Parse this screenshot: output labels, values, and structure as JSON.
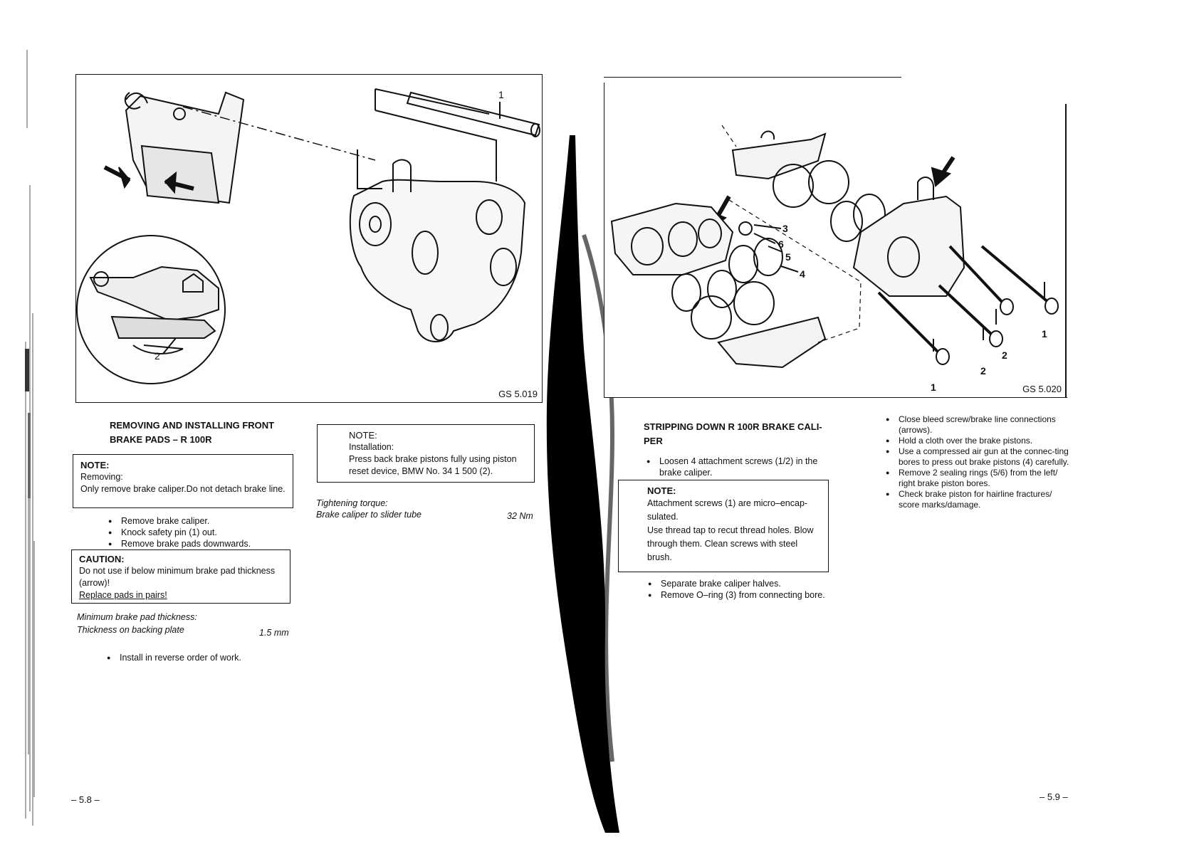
{
  "left": {
    "figure": {
      "code": "GS 5.019",
      "callout_1": "1",
      "callout_2": "2"
    },
    "heading": "REMOVING AND INSTALLING FRONT BRAKE PADS – R 100R",
    "note": {
      "title": "NOTE:",
      "lines": [
        "Removing:",
        "Only remove brake caliper.Do not detach brake line."
      ]
    },
    "steps": [
      "Remove brake caliper.",
      "Knock safety pin (1) out.",
      "Remove brake pads downwards."
    ],
    "caution": {
      "title": "CAUTION:",
      "lines": [
        "Do not use if below minimum brake pad thickness (arrow)!",
        "Replace pads in pairs!"
      ]
    },
    "spec_min": {
      "label_1": "Minimum brake pad thickness:",
      "label_2": "Thickness on backing plate",
      "value": "1.5 mm"
    },
    "final_step": "Install in reverse order of work.",
    "note2": {
      "title": "NOTE:",
      "lines": [
        "Installation:",
        "Press back brake pistons fully using piston reset device, BMW No. 34 1 500 (2)."
      ]
    },
    "torque": {
      "label_1": "Tightening torque:",
      "label_2": "Brake caliper to slider tube",
      "value": "32 Nm"
    },
    "page_number": "– 5.8 –"
  },
  "right": {
    "figure": {
      "code": "GS 5.020",
      "callouts": [
        "3",
        "6",
        "5",
        "4",
        "1",
        "2",
        "2",
        "1"
      ]
    },
    "heading": "STRIPPING DOWN R 100R BRAKE CALI-PER",
    "step_a": "Loosen 4 attachment screws (1/2) in the brake caliper.",
    "note": {
      "title": "NOTE:",
      "lines": [
        "Attachment screws (1) are micro–encap-sulated.",
        "Use thread tap to recut thread holes. Blow through them. Clean screws with steel brush."
      ]
    },
    "steps_b": [
      "Separate brake caliper halves.",
      "Remove O–ring (3) from connecting bore."
    ],
    "steps_c": [
      "Close bleed screw/brake line connections (arrows).",
      "Hold a cloth over the brake pistons.",
      "Use a compressed air gun at the connec-ting bores to press out brake pistons (4) carefully.",
      "Remove 2 sealing rings (5/6) from the left/ right brake piston bores.",
      "Check brake piston for hairline fractures/ score marks/damage."
    ],
    "page_number": "– 5.9 –"
  }
}
